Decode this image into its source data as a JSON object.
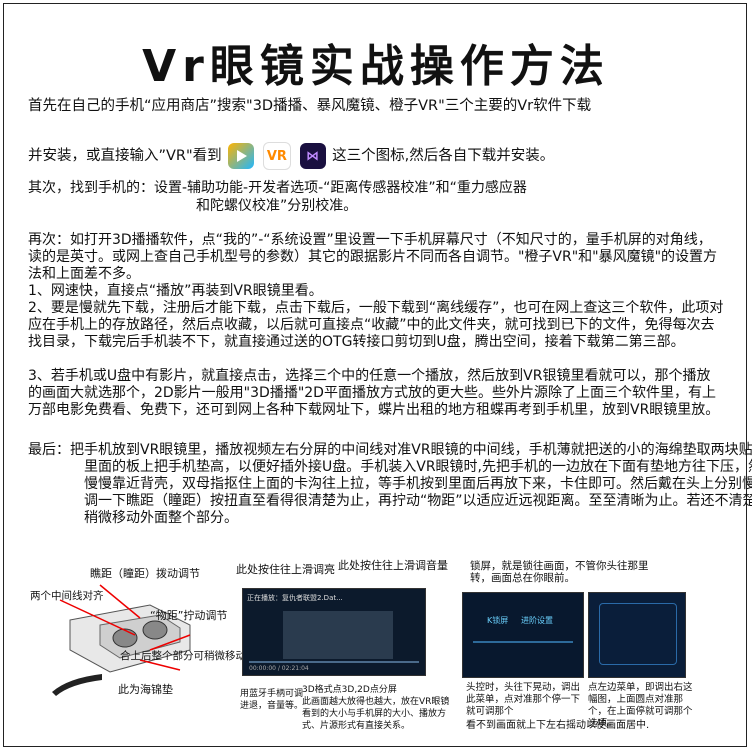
{
  "title": "Vr眼镜实战操作方法",
  "para1_line1": "首先在自己的手机“应用商店”搜索\"3D播播、暴风魔镜、橙子VR\"三个主要的Vr软件下载",
  "para1_line2_pre": "并安装，或直接输入”VR\"看到",
  "para1_line2_post": "这三个图标,然后各自下载并安装。",
  "icons": [
    "3d-bobo-app-icon",
    "orange-vr-app-icon",
    "baofeng-mojing-app-icon"
  ],
  "icon_text": {
    "b": "VR",
    "c": "⋈"
  },
  "para2_line1": "其次，找到手机的：设置-辅助功能-开发者选项-“距离传感器校准”和“重力感应器",
  "para2_line2": "和陀螺仪校准”分别校准。",
  "para3": "再次：如打开3D播播软件，点“我的”-“系统设置”里设置一下手机屏幕尺寸（不知尺寸的，量手机屏的对角线，读的是英寸。或网上查自己手机型号的参数）其它的跟据影片不同而各自调节。\"橙子VR\"和\"暴风魔镜\"的设置方法和上面差不多。",
  "step1": "1、网速快，直接点“播放”再装到VR眼镜里看。",
  "step2": "2、要是慢就先下载，注册后才能下载，点击下载后，一般下载到“离线缓存”，也可在网上查这三个软件，此项对应在手机上的存放路径，然后点收藏，以后就可直接点“收藏”中的此文件夹，就可找到已下的文件，免得每次去找目录，下载完后手机装不下，就直接通过送的OTG转接口剪切到U盘，腾出空间，接着下载第二第三部。",
  "step3": "3、若手机或U盘中有影片，就直接点击，选择三个中的任意一个播放，然后放到VR银镜里看就可以，那个播放的画面大就选那个，2D影片一般用\"3D播播\"2D平面播放方式放的更大些。些外片源除了上面三个软件里，有上万部电影免费看、免费下，还可到网上各种下载网址下，蝶片出租的地方租蝶再考到手机里，放到VR眼镜里放。",
  "final": "最后：把手机放到VR眼镜里，播放视频左右分屏的中间线对准VR眼镜的中间线，手机薄就把送的小的海绵垫取两块贴在里面的板上把手机垫高，以便好插外接U盘。手机装入VR眼镜时,先把手机的一边放在下面有垫地方往下压，然后慢慢靠近背壳，双母指抠住上面的卡沟往上拉，等手机按到里面后再放下来，卡住即可。然后戴在头上分别慢慢调一下瞧距（瞳距）按扭直至看得很清楚为止，再拧动“物距”以适应近远视距离。至至清晰为止。若还不清楚可稍微移动外面整个部分。",
  "diagram": {
    "ipd": "瞧距（瞳距）拨动调节",
    "center": "两个中间线对齐",
    "object_distance": "“物距”拧动调节",
    "move_front": "合上后整个部分可稍微移动",
    "sponge": "此为海锦垫"
  },
  "screen1": {
    "hold_label": "此处按住往上滑调亮",
    "hold_label2": "此处按住往上滑调音量",
    "title_text": "正在播放：复仇者联盟2.Dat...",
    "time_text": "00:00:00 / 02:21:04",
    "caption_left": "用蓝牙手柄可调进退，音量等。",
    "caption_mid": "3D格式点3D,2D点分屏\n此画面越大放得也越大，放在VR眼镜看到的大小与手机屏的大小、播放方式、片源形式有直接关系。"
  },
  "screen2": {
    "lock_note": "锁屏，就是锁往画面，不管你头往那里转，画面总在你眼前。",
    "menu_label": "K锁屏",
    "menu_label2": "进阶设置",
    "caption_left": "头控时，头往下晃动，调出此菜单，点对准那个停一下就可调那个",
    "caption_right": "点左边菜单，即调出右这幅图，上面圆点对准那个，在上面停就可调那个选项。",
    "footer": "看不到画面就上下左右摇动以使画面居中."
  }
}
